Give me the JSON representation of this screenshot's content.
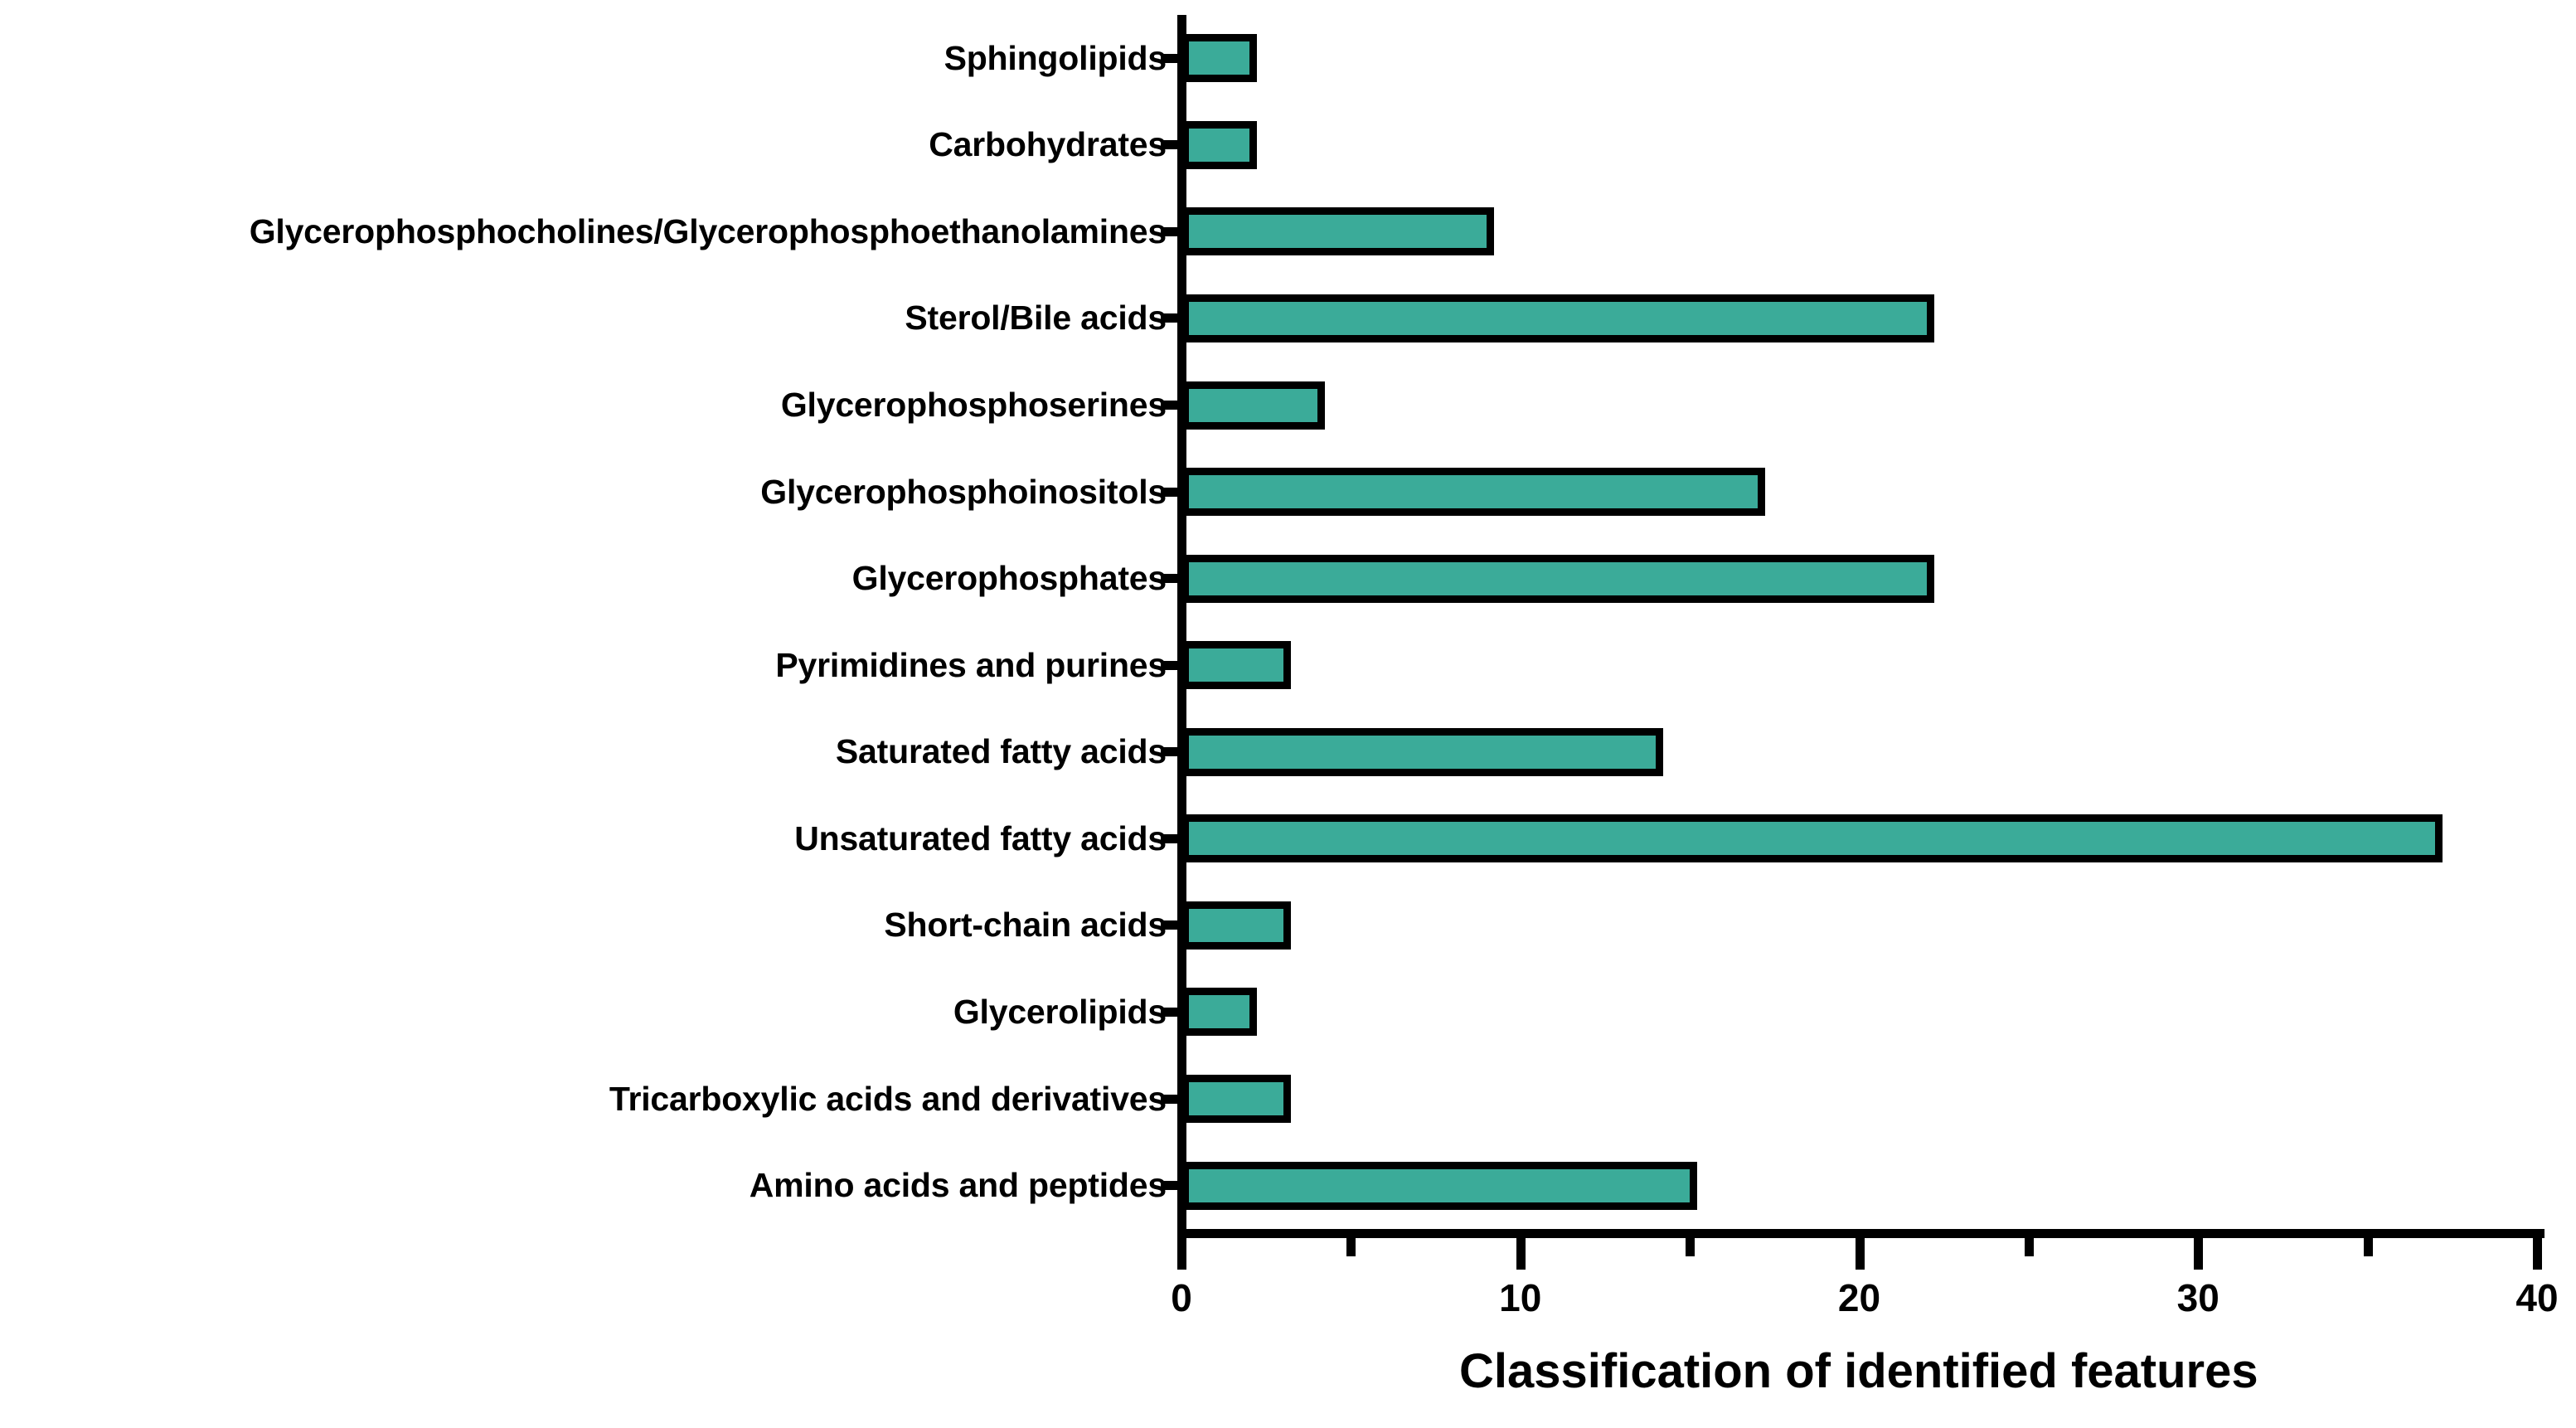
{
  "chart_data": {
    "type": "bar",
    "orientation": "horizontal",
    "title": "",
    "xlabel": "Classification of identified features",
    "ylabel": "",
    "xlim": [
      0,
      40
    ],
    "xticks": [
      0,
      10,
      20,
      30,
      40
    ],
    "xtick_labels": [
      "0",
      "10",
      "20",
      "30",
      "40"
    ],
    "minor_xticks": [
      5,
      15,
      25,
      35
    ],
    "grid": false,
    "legend": null,
    "bar_color": "#3bab99",
    "bar_edge_color": "#000000",
    "axis_color": "#000000",
    "categories": [
      "Sphingolipids",
      "Carbohydrates",
      "Glycerophosphocholines/Glycerophosphoethanolamines",
      "Sterol/Bile acids",
      "Glycerophosphoserines",
      "Glycerophosphoinositols",
      "Glycerophosphates",
      "Pyrimidines and purines",
      "Saturated fatty acids",
      "Unsaturated fatty acids",
      "Short-chain acids",
      "Glycerolipids",
      "Tricarboxylic acids and derivatives",
      "Amino acids and peptides"
    ],
    "values": [
      2,
      2,
      9,
      22,
      4,
      17,
      22,
      3,
      14,
      37,
      3,
      2,
      3,
      15
    ]
  }
}
